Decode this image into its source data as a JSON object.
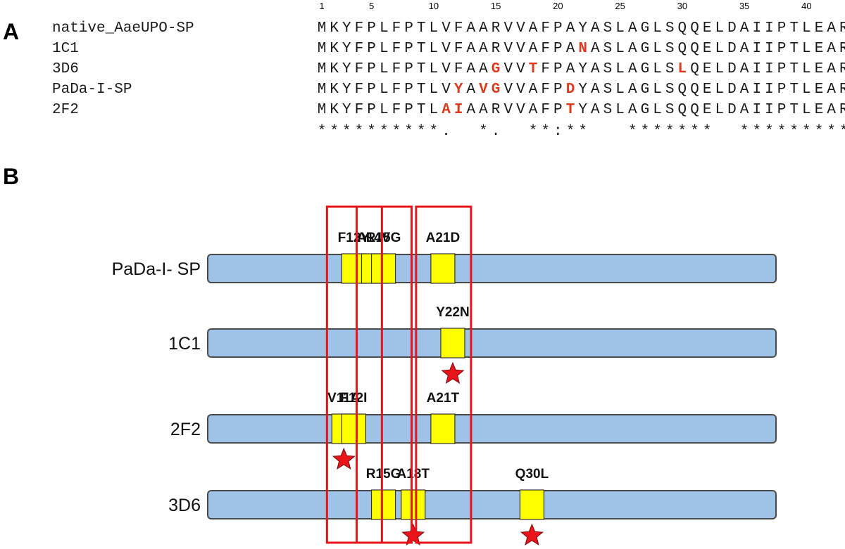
{
  "panel_a": {
    "letter": "A",
    "position_ticks": [
      "1",
      "5",
      "10",
      "15",
      "20",
      "25",
      "30",
      "35",
      "40"
    ],
    "sequences": [
      {
        "name": "native_AaeUPO-SP",
        "residues": "MKYFPLFPTLVFAARVVAFPAYASLAGLSQQELDAIIPTLEAR",
        "mutated": []
      },
      {
        "name": "1C1",
        "residues": "MKYFPLFPTLVFAARVVAFPANASLAGLSQQELDAIIPTLEAR",
        "mutated": [
          22
        ]
      },
      {
        "name": "3D6",
        "residues": "MKYFPLFPTLVFAAGVVTFPAYASLAGLSLQELDAIIPTLEAR",
        "mutated": [
          15,
          18,
          30
        ]
      },
      {
        "name": "PaDa-I-SP",
        "residues": "MKYFPLFPTLVYAVGVVAFPDYASLAGLSQQELDAIIPTLEAR",
        "mutated": [
          12,
          14,
          15,
          21
        ]
      },
      {
        "name": "2F2",
        "residues": "MKYFPLFPTLAIAARVVAFPTYASLAGLSQQELDAIIPTLEAR",
        "mutated": [
          11,
          12,
          21
        ]
      }
    ],
    "conservation": "**********.  *.  **:**   *******  *************"
  },
  "panel_b": {
    "letter": "B",
    "tracks": [
      {
        "name": "PaDa-I- SP",
        "mutations": [
          {
            "label": "F12Y",
            "pos": 12,
            "star": false
          },
          {
            "label": "A14V",
            "pos": 14,
            "star": false
          },
          {
            "label": "R15G",
            "pos": 15,
            "star": false
          },
          {
            "label": "A21D",
            "pos": 21,
            "star": false
          }
        ]
      },
      {
        "name": "1C1",
        "mutations": [
          {
            "label": "Y22N",
            "pos": 22,
            "star": true
          }
        ]
      },
      {
        "name": "2F2",
        "mutations": [
          {
            "label": "V11A",
            "pos": 11,
            "star": true
          },
          {
            "label": "F12I",
            "pos": 12,
            "star": false
          },
          {
            "label": "A21T",
            "pos": 21,
            "star": false
          }
        ]
      },
      {
        "name": "3D6",
        "mutations": [
          {
            "label": "R15G",
            "pos": 15,
            "star": false
          },
          {
            "label": "A18T",
            "pos": 18,
            "star": true
          },
          {
            "label": "Q30L",
            "pos": 30,
            "star": true
          }
        ]
      }
    ],
    "highlight_positions": [
      12,
      15,
      21
    ],
    "colors": {
      "bar_fill": "#9ec3e6",
      "bar_stroke": "#4a4a4a",
      "mutation_fill": "#ffff00",
      "mutation_stroke": "#333333",
      "highlight_box": "#e8141a",
      "mutated_residue": "#e03a1e",
      "star": "#e8141a"
    }
  }
}
